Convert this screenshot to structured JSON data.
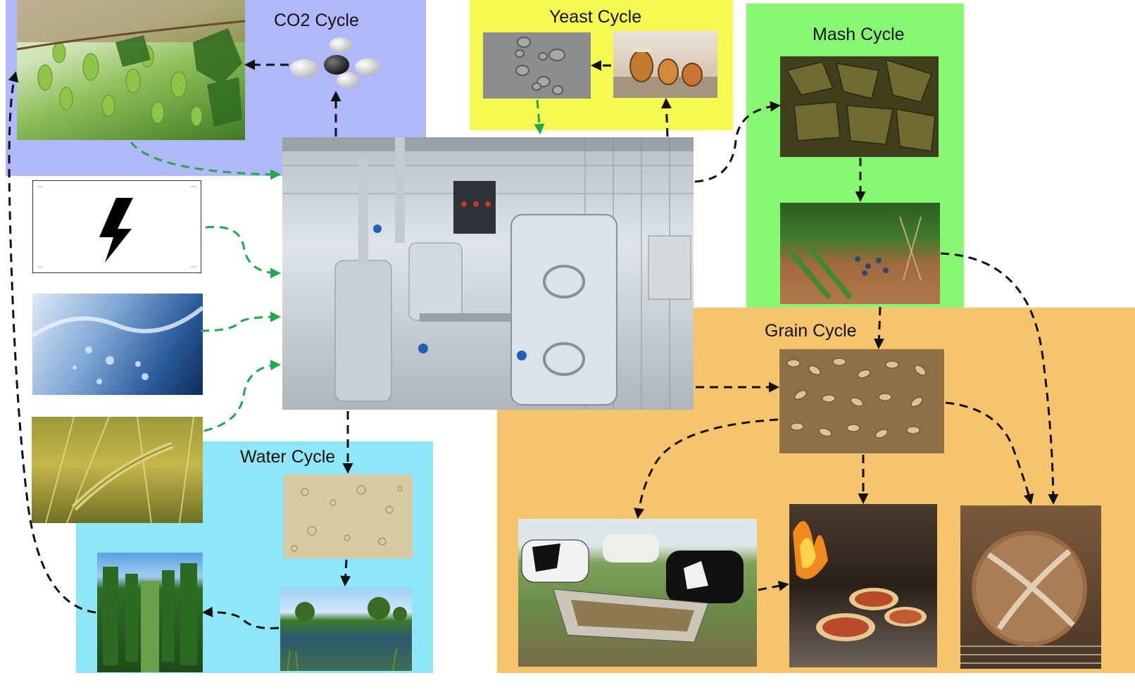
{
  "cycles": {
    "co2": {
      "label": "CO2 Cycle",
      "color": "#b0b8f9"
    },
    "yeast": {
      "label": "Yeast Cycle",
      "color": "#f6f951"
    },
    "mash": {
      "label": "Mash Cycle",
      "color": "#88f774"
    },
    "grain": {
      "label": "Grain Cycle",
      "color": "#f6c46d"
    },
    "water": {
      "label": "Water Cycle",
      "color": "#8fe6f6"
    }
  },
  "arrow_colors": {
    "input": "#22a84a",
    "flow": "#111111"
  },
  "images": {
    "hops_vine": "hops-vine-photo",
    "co2_molecule": "molecule-model",
    "yeast_cells": "yeast-microscope-photo",
    "yeast_culture": "yeast-culture-jars-photo",
    "brewery": "brewing-equipment-photo",
    "electricity": "lightning-bolt-icon",
    "water": "water-splash-photo",
    "barley": "barley-field-photo",
    "spent_mash": "spent-mash-photo",
    "vegetable_garden": "vegetable-garden-photo",
    "spent_grain": "spent-grain-photo",
    "sediment": "sediment-water-photo",
    "pond": "pond-photo",
    "hop_field": "hop-field-photo",
    "cattle": "cattle-feeding-photo",
    "pizza_oven": "pizza-oven-photo",
    "bread": "bread-loaf-photo"
  }
}
